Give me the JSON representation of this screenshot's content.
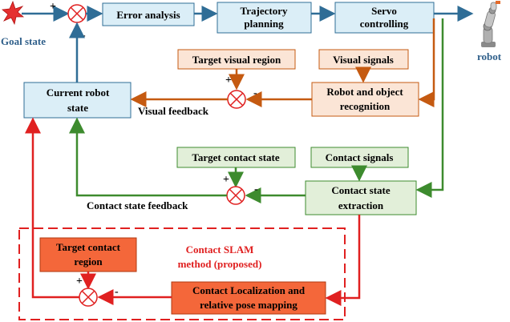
{
  "goal_state": "Goal state",
  "robot_label": "robot",
  "blocks": {
    "error_analysis": "Error analysis",
    "trajectory_planning": [
      "Trajectory",
      "planning"
    ],
    "servo_controlling": [
      "Servo",
      "controlling"
    ],
    "current_robot_state": [
      "Current robot",
      "state"
    ],
    "target_visual_region": "Target visual region",
    "visual_signals": "Visual signals",
    "robot_object_recognition": [
      "Robot and object",
      "recognition"
    ],
    "target_contact_state": "Target contact state",
    "contact_signals": "Contact signals",
    "contact_state_extraction": [
      "Contact state",
      "extraction"
    ],
    "target_contact_region": [
      "Target contact",
      "region"
    ],
    "contact_localization": [
      "Contact Localization and",
      "relative pose mapping"
    ]
  },
  "feedback_labels": {
    "visual_feedback": "Visual feedback",
    "contact_state_feedback": "Contact state feedback"
  },
  "slam_label": [
    "Contact SLAM",
    "method (proposed)"
  ],
  "signs": {
    "plus": "+",
    "minus": "-"
  },
  "colors": {
    "blue_block": "#dbeef7",
    "orange_block": "#fbe5d6",
    "green_block": "#e2efd9",
    "red_block": "#f4673a",
    "blue_line": "#2f6d96",
    "orange_line": "#c55a11",
    "green_line": "#3d8b2e",
    "red_line": "#e02020"
  }
}
